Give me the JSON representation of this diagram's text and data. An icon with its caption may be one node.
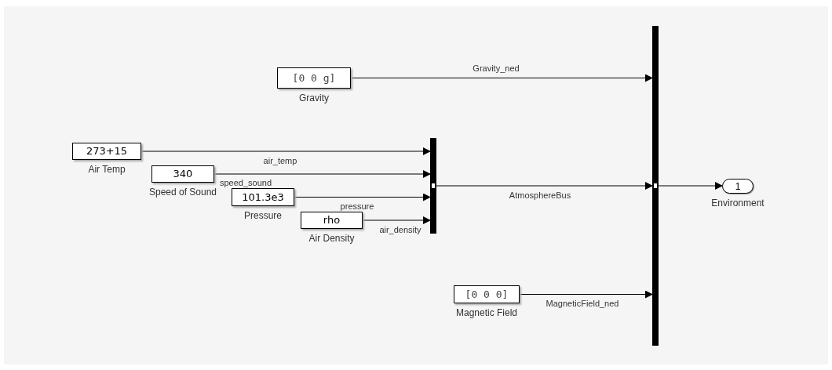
{
  "diagram": {
    "nodes": [
      {
        "text": [
          "[0 0 g]"
        ],
        "beside": [
          "Gravity"
        ]
      },
      {
        "text": [
          "273+15"
        ],
        "beside": [
          "Air Temp"
        ]
      },
      {
        "text": [
          "340"
        ],
        "beside": [
          "Speed of Sound"
        ]
      },
      {
        "text": [
          "101.3e3"
        ],
        "beside": [
          "Pressure"
        ]
      },
      {
        "text": [
          "rho"
        ],
        "beside": [
          "Air Density"
        ]
      },
      {
        "text": [],
        "shape": "bar"
      },
      {
        "text": [
          "[0 0 0]"
        ],
        "beside": [
          "Magnetic Field"
        ]
      },
      {
        "text": [],
        "shape": "bar"
      },
      {
        "text": [
          "1"
        ],
        "beside": [
          "Environment"
        ]
      }
    ],
    "edges": [
      {
        "from": 0,
        "to": 7,
        "arrow": "to",
        "label": "Gravity_ned"
      },
      {
        "from": 1,
        "to": 5,
        "arrow": "to",
        "label": "air_temp"
      },
      {
        "from": 2,
        "to": 5,
        "arrow": "to",
        "label": "speed_sound"
      },
      {
        "from": 3,
        "to": 5,
        "arrow": "to",
        "label": "pressure"
      },
      {
        "from": 4,
        "to": 5,
        "arrow": "to",
        "label": "air_density"
      },
      {
        "from": 5,
        "to": 7,
        "arrow": "to",
        "label": "AtmosphereBus"
      },
      {
        "from": 6,
        "to": 7,
        "arrow": "to",
        "label": "MagneticField_ned"
      },
      {
        "from": 7,
        "to": 8,
        "arrow": "to"
      }
    ]
  }
}
